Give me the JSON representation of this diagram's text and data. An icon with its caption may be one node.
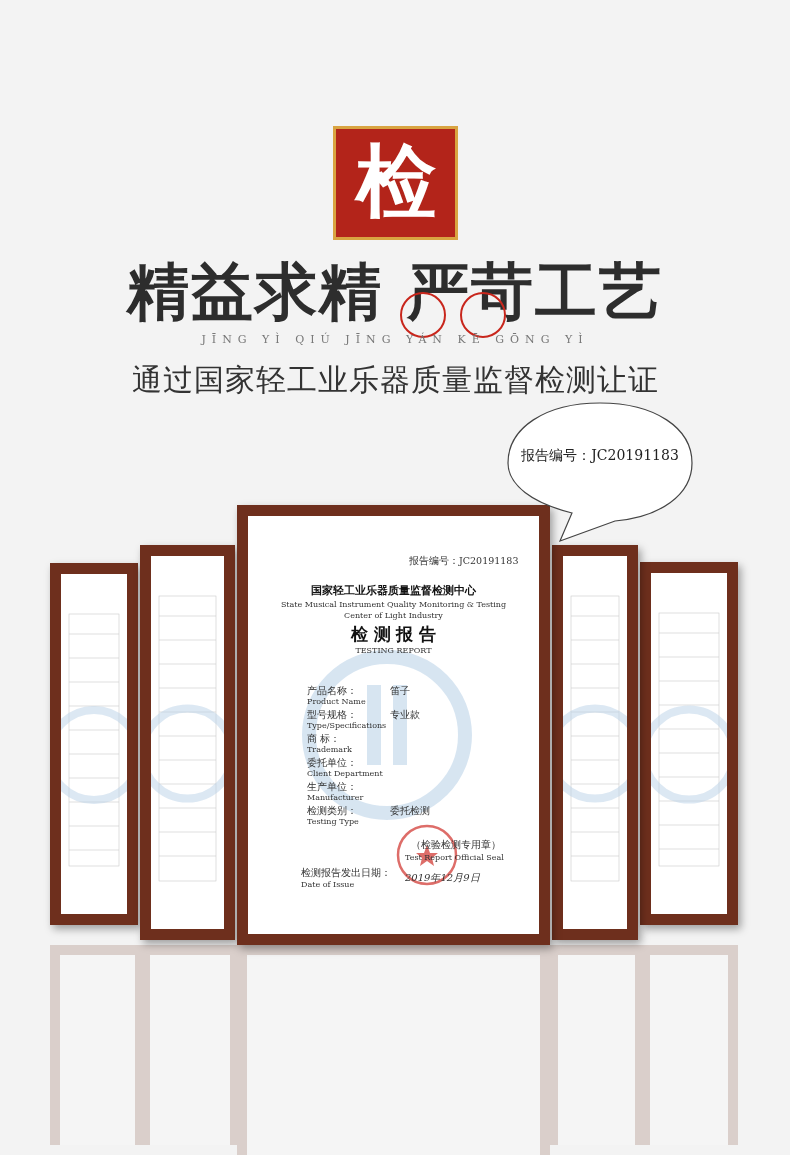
{
  "diagram": {
    "title": "精益求精 严苛工艺",
    "nodes": [
      {
        "text": [
          "检"
        ]
      },
      {
        "text": [
          "报告编号：JC20191183"
        ]
      },
      {
        "text": [],
        "shape": "picture"
      },
      {
        "text": [],
        "shape": "picture"
      },
      {
        "text": [
          "报告编号：JC20191183",
          "国家轻工业乐器质量监督检测中心",
          "State Musical Instrument Quality Monitoring & Testing Center of Light Industry",
          "检 测 报 告",
          "TESTING REPORT",
          "产品名称：",
          "Product Name",
          "笛子",
          "型号规格：",
          "Type/Specifications",
          "专业款",
          "商 标：",
          "Trademark",
          "委托单位：",
          "Client Department",
          "生产单位：",
          "Manufacturer",
          "检测类别：",
          "Testing Type",
          "委托检测",
          "（检验检测专用章）",
          "Test Report Official Seal",
          "检测报告发出日期：",
          "Date of Issue",
          "2019年12月9日"
        ]
      },
      {
        "text": [],
        "shape": "picture"
      },
      {
        "text": [],
        "shape": "picture"
      }
    ],
    "labels": [
      "JĪNG YÌ QIÚ JĪNG YÁN KĒ GŌNG YÌ",
      "通过国家轻工业乐器质量监督检测让证"
    ]
  }
}
